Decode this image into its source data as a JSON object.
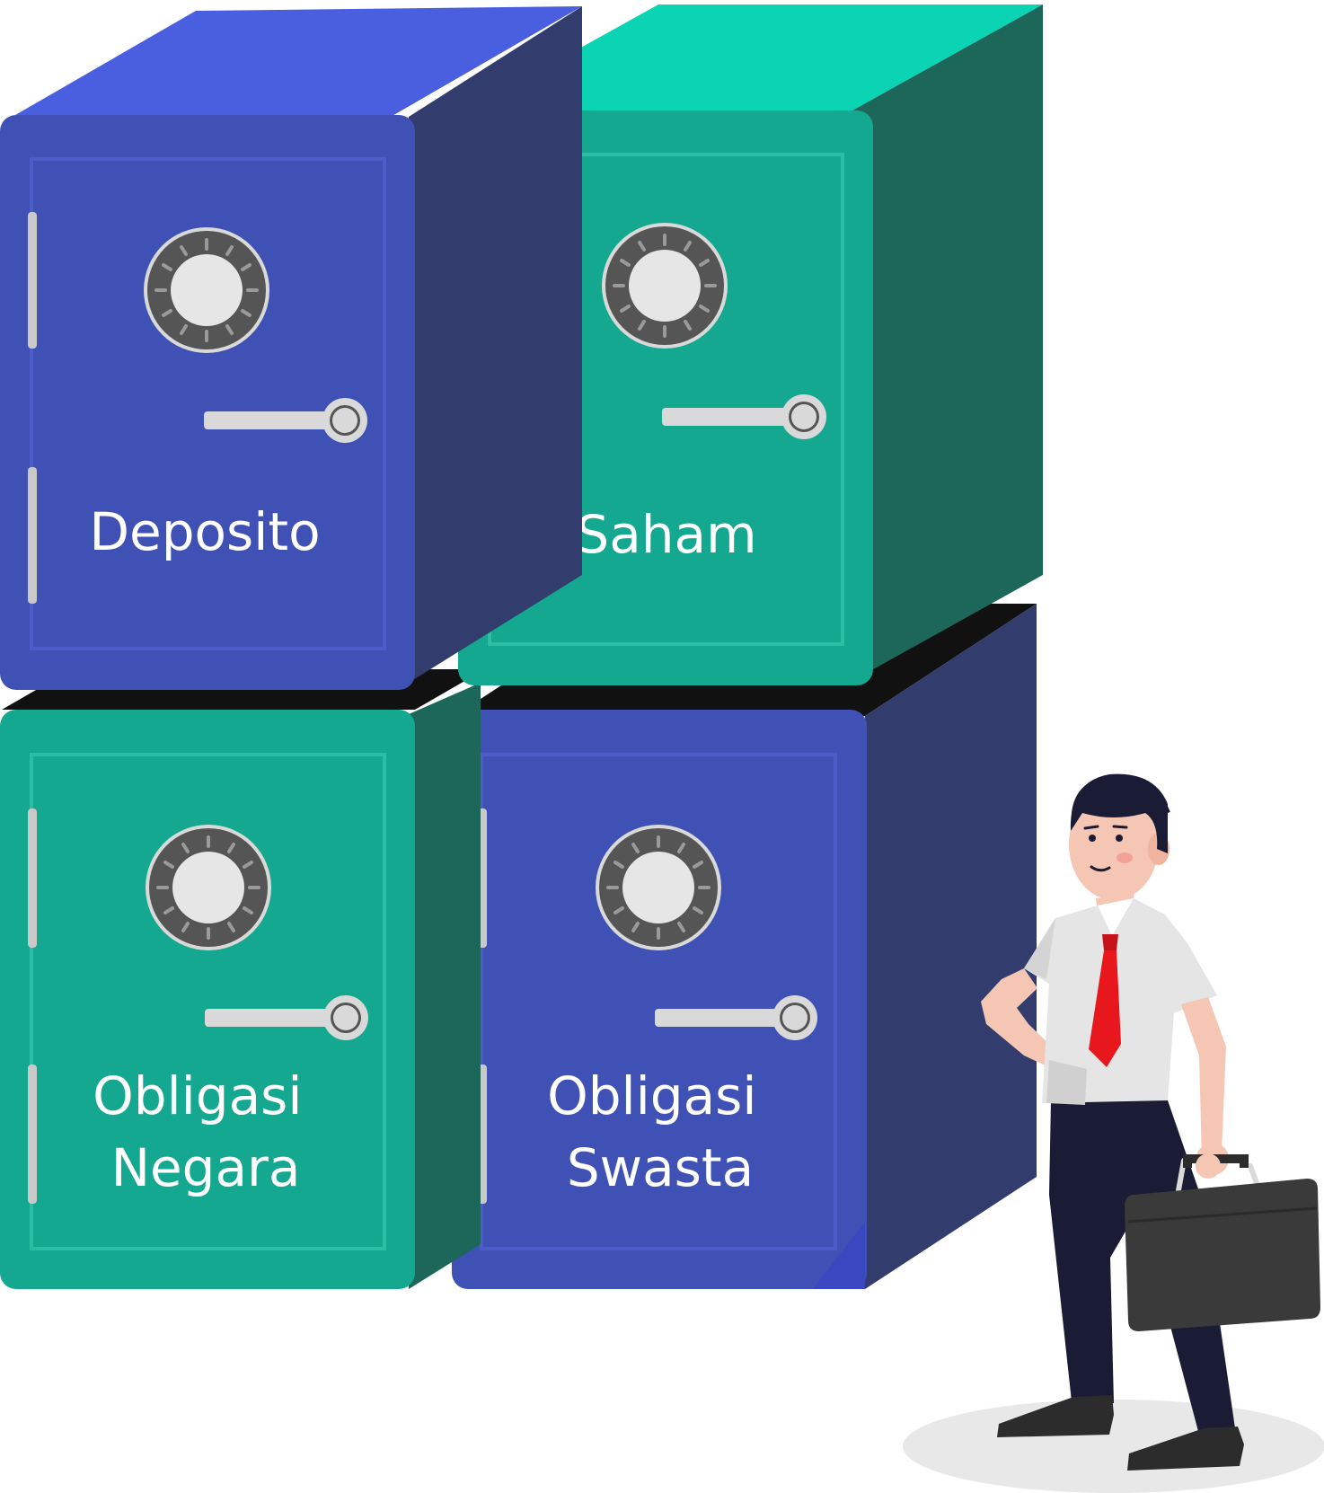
{
  "safes": [
    {
      "id": "deposito",
      "lines": [
        "Deposito"
      ],
      "theme": "blue"
    },
    {
      "id": "saham",
      "lines": [
        "Saham"
      ],
      "theme": "green"
    },
    {
      "id": "obligasi-negara",
      "lines": [
        "Obligasi",
        "Negara"
      ],
      "theme": "green"
    },
    {
      "id": "obligasi-swasta",
      "lines": [
        "Obligasi",
        "Swasta"
      ],
      "theme": "blue"
    }
  ],
  "colors": {
    "blue_front": "#3f51b5",
    "blue_top": "#4a5fe0",
    "blue_side": "#333d6d",
    "green_front": "#13a88f",
    "green_top": "#0ad4b4",
    "green_side": "#1d665a",
    "tie": "#e8171d",
    "trousers": "#1a1b35",
    "briefcase": "#3a3a3a",
    "shirt": "#e5e5e5",
    "skin": "#f6c6b4"
  }
}
